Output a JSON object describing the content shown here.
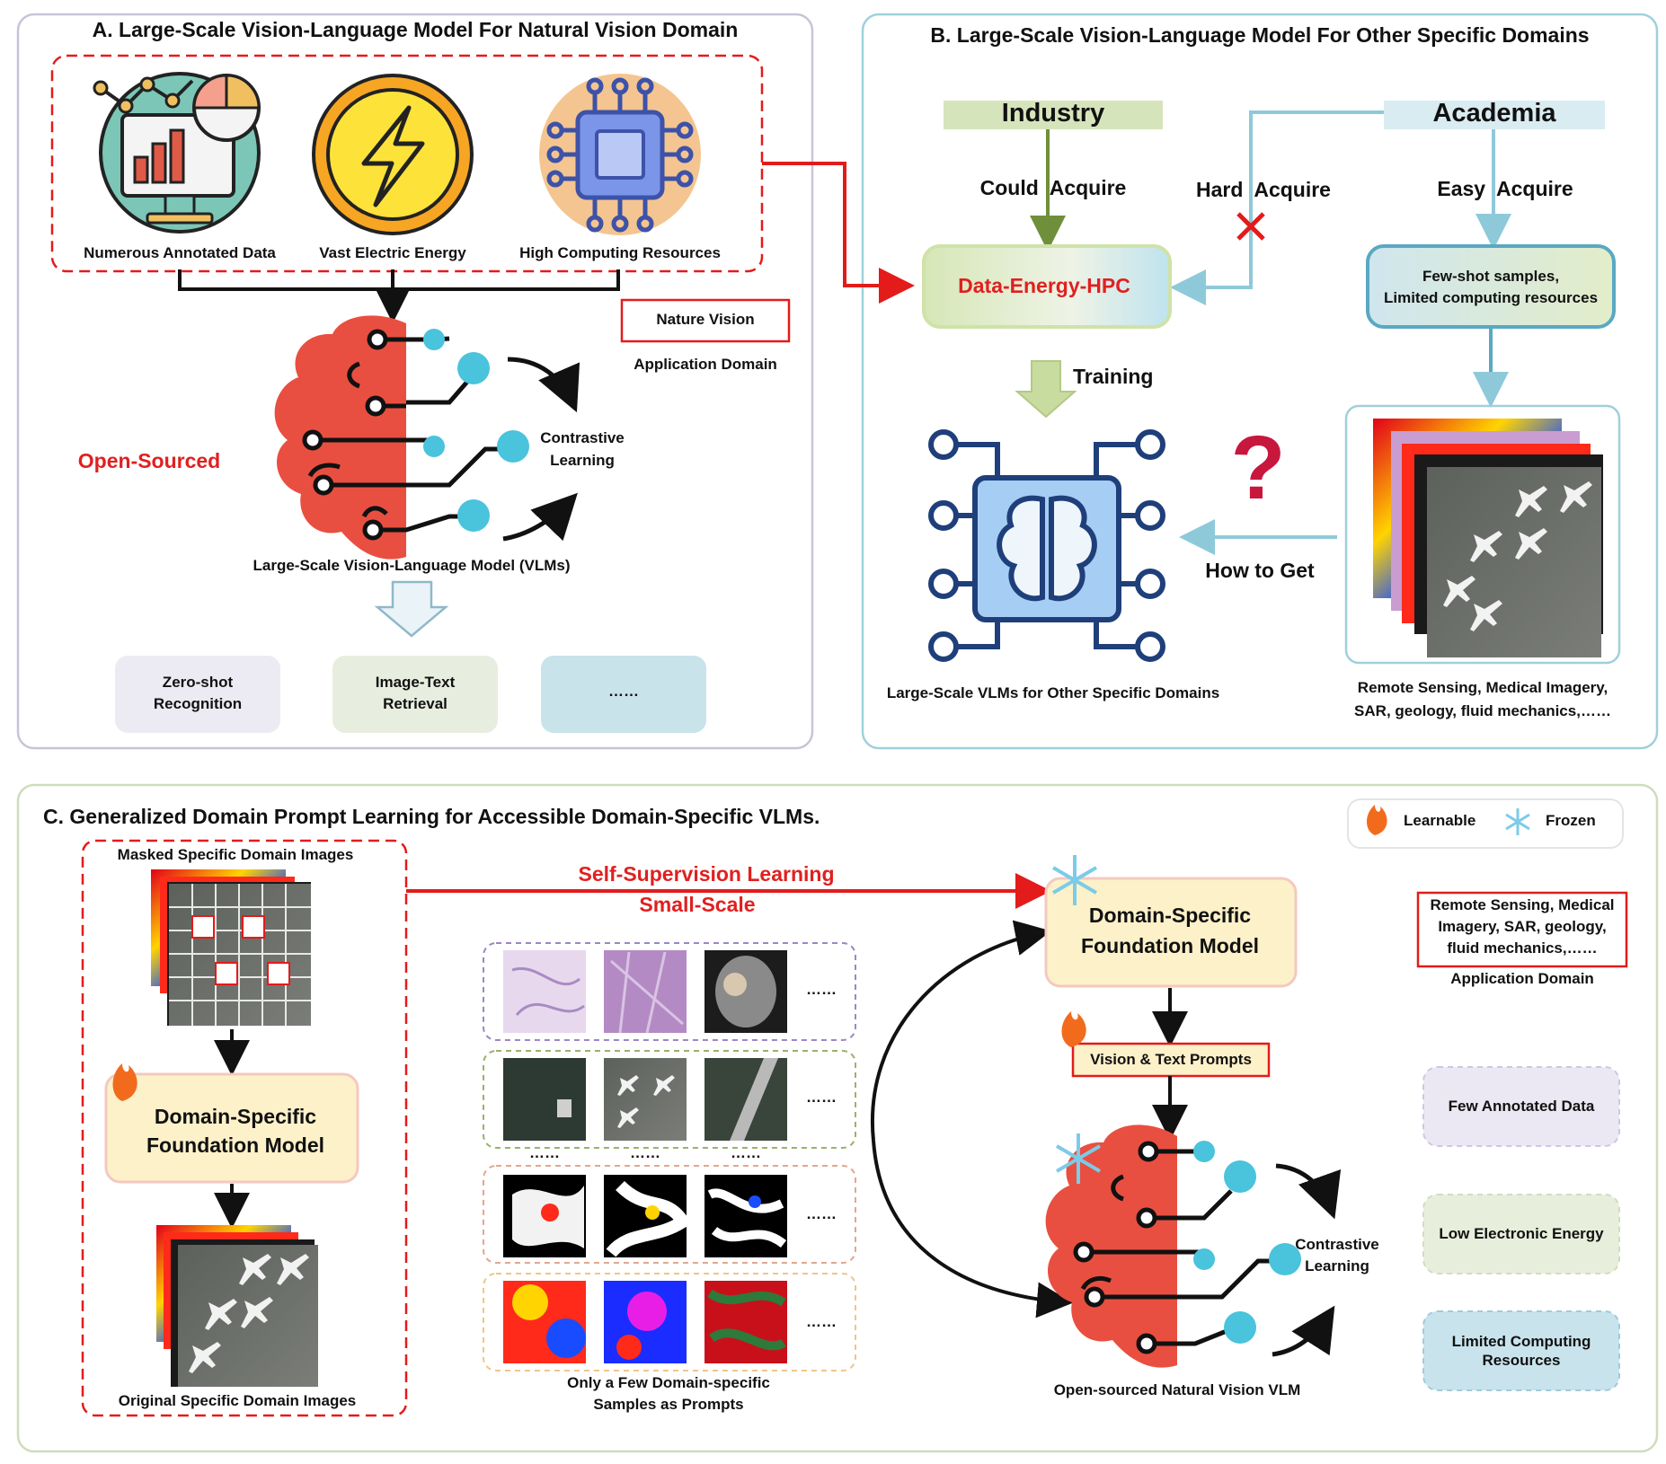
{
  "panel_a": {
    "title": "A. Large-Scale Vision-Language Model For Natural Vision Domain",
    "resources": [
      {
        "label": "Numerous Annotated Data",
        "icon": "data-monitor-icon"
      },
      {
        "label": "Vast Electric Energy",
        "icon": "lightning-icon"
      },
      {
        "label": "High Computing Resources",
        "icon": "chip-icon"
      }
    ],
    "open_sourced": "Open-Sourced",
    "nature_vision": "Nature Vision",
    "application_domain": "Application Domain",
    "contrastive": [
      "Contrastive",
      "Learning"
    ],
    "vlm_label": "Large-Scale Vision-Language Model (VLMs)",
    "outputs": [
      {
        "lines": [
          "Zero-shot",
          "Recognition"
        ],
        "color": "#ecebf3"
      },
      {
        "lines": [
          "Image-Text",
          "Retrieval"
        ],
        "color": "#e8eedf"
      },
      {
        "lines": [
          "……"
        ],
        "color": "#c8e3ea"
      }
    ]
  },
  "panel_b": {
    "title": "B. Large-Scale Vision-Language Model For Other Specific Domains",
    "industry": "Industry",
    "academia": "Academia",
    "could_acquire": "Could  Acquire",
    "hard_acquire": "Hard  Acquire",
    "easy_acquire": "Easy  Acquire",
    "data_energy_hpc": "Data-Energy-HPC",
    "few_shot": [
      "Few-shot samples,",
      "Limited computing resources"
    ],
    "training": "Training",
    "how_to_get": "How to Get",
    "question_mark": "?",
    "vlm_label": "Large-Scale VLMs for Other Specific Domains",
    "domains": [
      "Remote Sensing, Medical Imagery,",
      "SAR, geology, fluid mechanics,……"
    ]
  },
  "panel_c": {
    "title": "C. Generalized Domain Prompt Learning for Accessible Domain-Specific VLMs.",
    "legend": {
      "learnable": "Learnable",
      "frozen": "Frozen"
    },
    "masked_images": "Masked Specific Domain Images",
    "foundation_model": [
      "Domain-Specific",
      "Foundation Model"
    ],
    "original_images": "Original Specific Domain Images",
    "self_supervision": "Self-Supervision Learning",
    "small_scale": "Small-Scale",
    "few_samples": [
      "Only a Few Domain-specific",
      "Samples as Prompts"
    ],
    "ellipsis": "……",
    "dots": "……",
    "prompts": "Vision & Text Prompts",
    "contrastive": [
      "Contrastive",
      "Learning"
    ],
    "vlm_label": "Open-sourced Natural Vision VLM",
    "app_domain_box": [
      "Remote Sensing, Medical",
      "Imagery, SAR, geology,",
      "fluid mechanics,……"
    ],
    "application_domain": "Application Domain",
    "features": [
      {
        "label": "Few Annotated Data",
        "color": "#ebe8f3"
      },
      {
        "label": "Low Electronic Energy",
        "color": "#e8eedc"
      },
      {
        "label": "Limited Computing Resources",
        "color": "#c8e3ec"
      }
    ]
  }
}
